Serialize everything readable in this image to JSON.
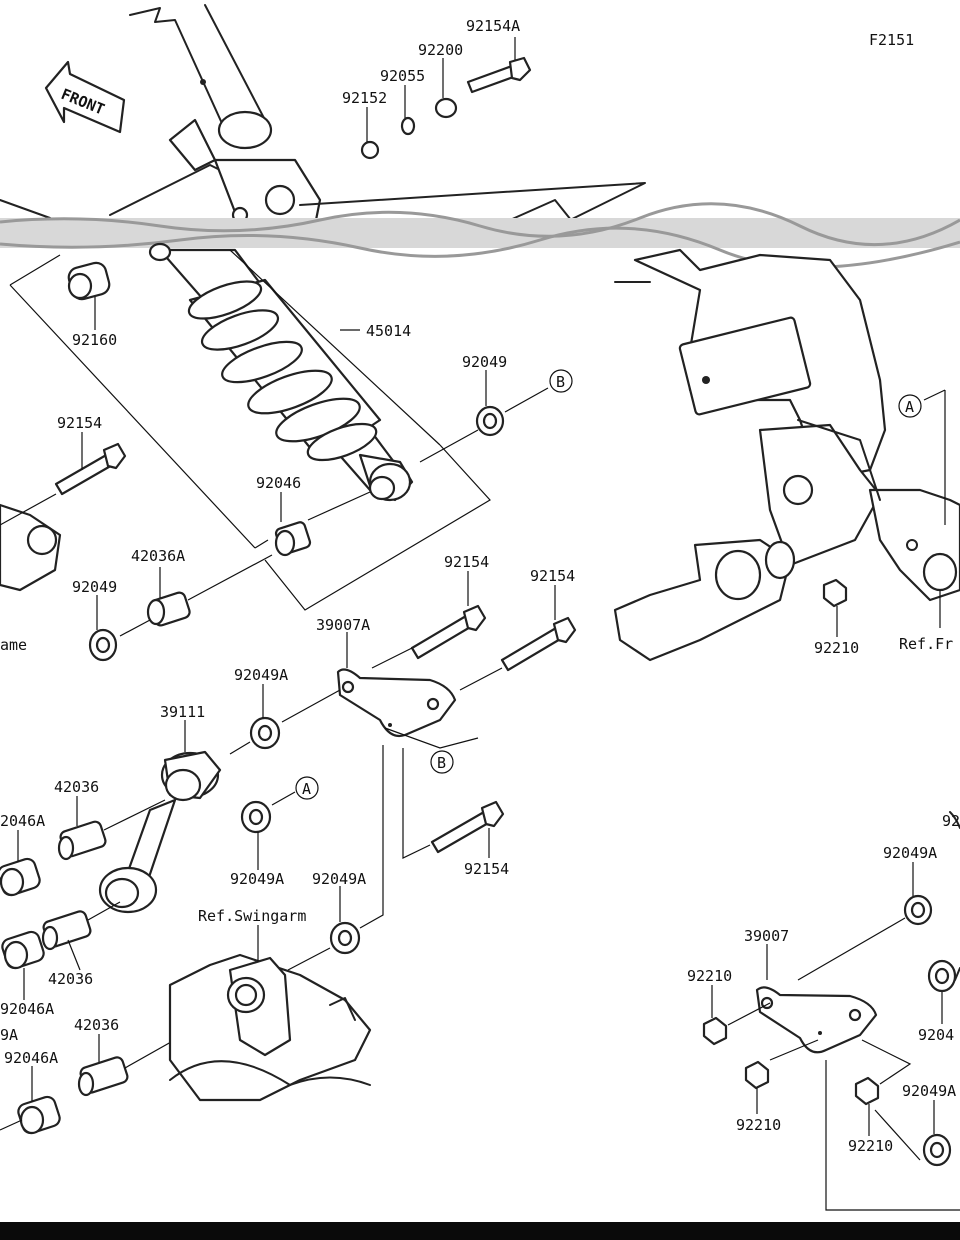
{
  "figure_code": "F2151",
  "direction_label": "FRONT",
  "part_numbers": [
    "92154A",
    "92200",
    "92055",
    "92152",
    "92160",
    "45014",
    "92049",
    "92154",
    "92046",
    "42036A",
    "92049",
    "ame",
    "39007A",
    "92154",
    "92154",
    "92049A",
    "39111",
    "42036",
    "2046A",
    "92049A",
    "92049A",
    "92154",
    "42036",
    "92046A",
    "Ref.Swingarm",
    "9A",
    "92046A",
    "42036",
    "92210",
    "Ref.Fr",
    "92049A",
    "92",
    "39007",
    "92210",
    "92210",
    "92210",
    "9204",
    "92049A"
  ],
  "circle_markers": {
    "a": "A",
    "b": "B"
  },
  "colors": {
    "ink": "#222222",
    "background": "#ffffff",
    "bar": "#0a0a0a"
  }
}
